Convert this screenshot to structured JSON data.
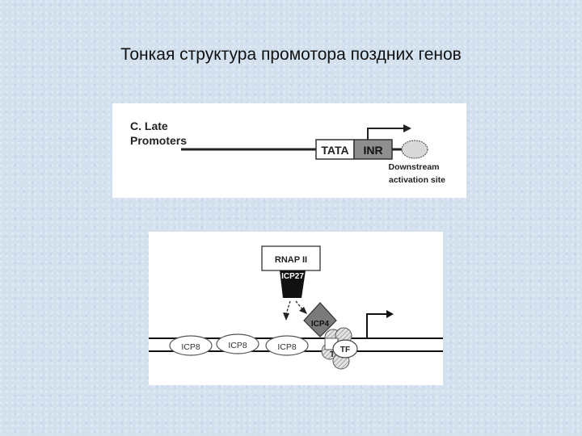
{
  "slide": {
    "title": "Тонкая структура промотора поздних генов"
  },
  "top_diagram": {
    "heading_line1": "C.  Late",
    "heading_line2": "Promoters",
    "tata_label": "TATA",
    "inr_label": "INR",
    "downstream_line1": "Downstream",
    "downstream_line2": "activation site"
  },
  "bottom_diagram": {
    "rnap_label": "RNAP II",
    "icp27_label": "ICP27",
    "icp4_label": "ICP4",
    "icp8_labels": [
      "ICP8",
      "ICP8",
      "ICP8"
    ],
    "tf_label": "TF"
  }
}
